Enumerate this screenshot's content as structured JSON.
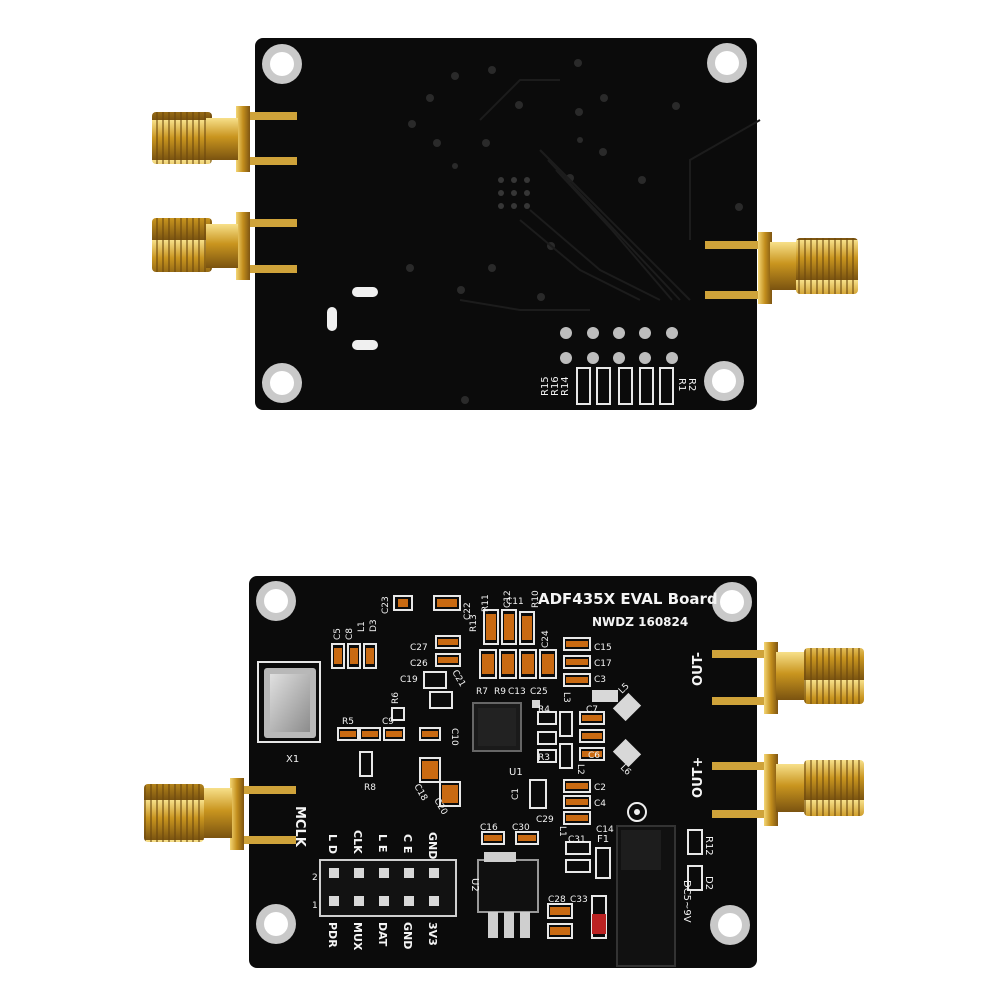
{
  "bottom_board": {
    "title": "ADF435X EVAL Board",
    "id": "NWDZ 160824",
    "labels": {
      "out_minus": "OUT-",
      "out_plus": "OUT+",
      "mclk": "MCLK",
      "x1": "X1",
      "u1": "U1",
      "u2": "U2",
      "dc": "DC5~9V",
      "d2": "D2",
      "r12": "R12",
      "f1": "F1",
      "l1": "L1",
      "l2": "L2",
      "l3": "L3",
      "d3": "D3"
    },
    "header_top": [
      "L D",
      "CLK",
      "L E",
      "C E",
      "GND"
    ],
    "header_bottom": [
      "PDR",
      "MUX",
      "DAT",
      "GND",
      "3V3"
    ],
    "header_pins": [
      "2",
      "1"
    ],
    "ref_designators": [
      "C5",
      "C8",
      "L1",
      "D3",
      "C23",
      "R13",
      "C22",
      "R11",
      "C11",
      "C12",
      "R10",
      "C24",
      "C27",
      "C26",
      "C19",
      "C21",
      "C15",
      "C17",
      "C3",
      "R7",
      "R9",
      "C13",
      "C25",
      "R6",
      "R5",
      "C9",
      "C10",
      "R8",
      "R4",
      "R3",
      "C7",
      "C6",
      "L5",
      "L6",
      "L2",
      "C18",
      "C20",
      "C1",
      "C29",
      "C2",
      "C4",
      "C14",
      "C16",
      "C30",
      "C31",
      "C28",
      "C33"
    ]
  },
  "top_board": {
    "labels": [
      "R15",
      "R16",
      "R14",
      "R1",
      "R2"
    ]
  }
}
